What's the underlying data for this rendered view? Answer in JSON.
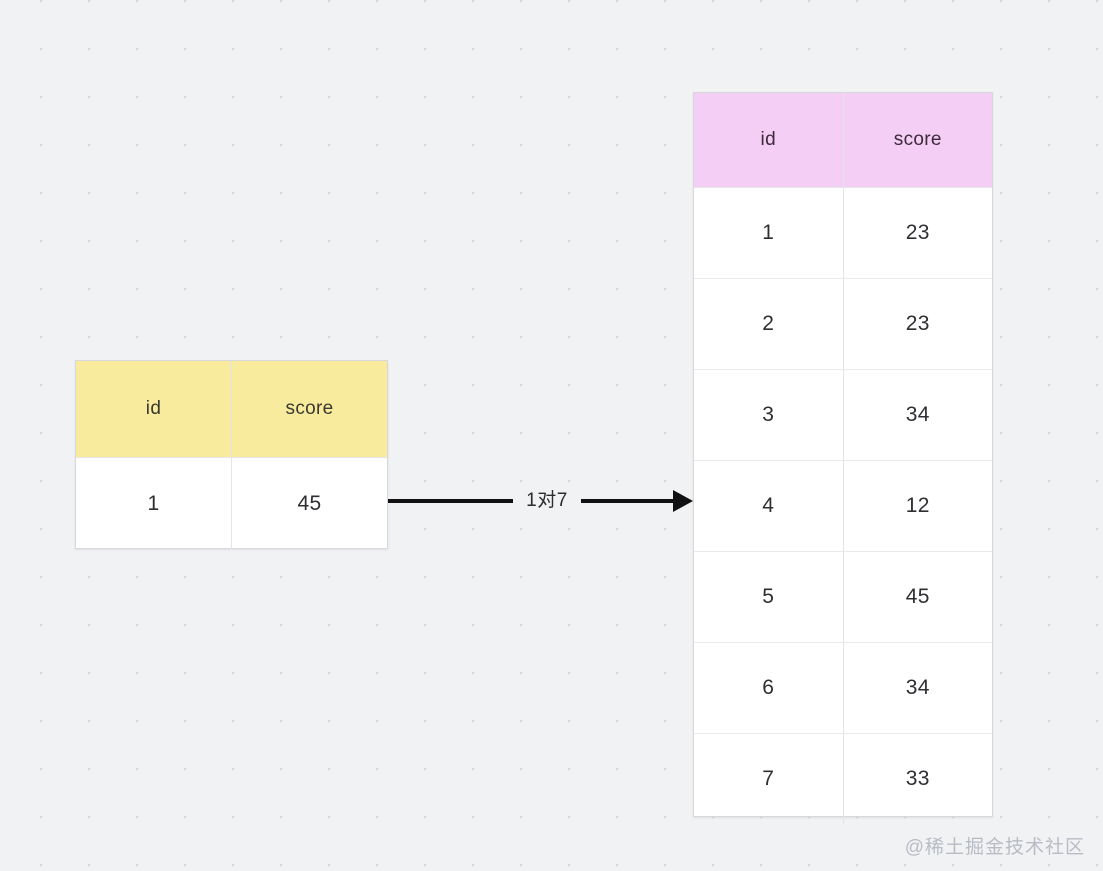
{
  "canvas": {
    "background_color": "#f1f2f4",
    "grid_dot_color": "#d4d6da"
  },
  "source_table": {
    "name": "source-score-table",
    "header_color": "#f9eb9e",
    "columns": [
      "id",
      "score"
    ],
    "rows": [
      {
        "id": "1",
        "score": "45"
      }
    ]
  },
  "target_table": {
    "name": "target-score-table",
    "header_color": "#f5cef5",
    "columns": [
      "id",
      "score"
    ],
    "rows": [
      {
        "id": "1",
        "score": "23"
      },
      {
        "id": "2",
        "score": "23"
      },
      {
        "id": "3",
        "score": "34"
      },
      {
        "id": "4",
        "score": "12"
      },
      {
        "id": "5",
        "score": "45"
      },
      {
        "id": "6",
        "score": "34"
      },
      {
        "id": "7",
        "score": "33"
      }
    ]
  },
  "connector": {
    "label": "1对7",
    "direction": "source-to-target",
    "color": "#111114"
  },
  "watermark": {
    "text": "@稀土掘金技术社区",
    "color": "#b9bcc4"
  }
}
